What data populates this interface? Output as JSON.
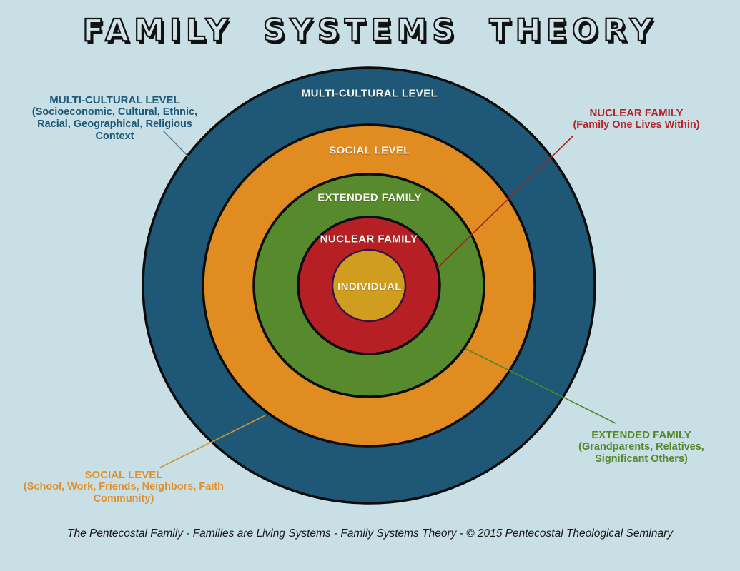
{
  "title": "FAMILY SYSTEMS THEORY",
  "diagram": {
    "rings": [
      {
        "id": "multicultural",
        "label": "MULTI-CULTURAL LEVEL",
        "color": "#1f5876"
      },
      {
        "id": "social",
        "label": "SOCIAL LEVEL",
        "color": "#e08c20"
      },
      {
        "id": "extended",
        "label": "EXTENDED FAMILY",
        "color": "#578a2c"
      },
      {
        "id": "nuclear",
        "label": "NUCLEAR FAMILY",
        "color": "#b62025"
      },
      {
        "id": "individual",
        "label": "INDIVIDUAL",
        "color": "#d09d1e"
      }
    ],
    "individual_border_color": "#3a1145",
    "outline_color": "#0c0c0c"
  },
  "callouts": {
    "multicultural": {
      "title": "MULTI-CULTURAL LEVEL",
      "line1": "(Socioeconomic, Cultural, Ethnic,",
      "line2": "Racial, Geographical, Religious",
      "line3": "Context",
      "color": "#1d5878"
    },
    "nuclear": {
      "title": "NUCLEAR FAMILY",
      "line1": "(Family One Lives Within)",
      "color": "#b3262b"
    },
    "extended": {
      "title": "EXTENDED FAMILY",
      "line1": "(Grandparents, Relatives,",
      "line2": "Significant Others)",
      "color": "#55882c"
    },
    "social": {
      "title": "SOCIAL LEVEL",
      "line1": "(School, Work, Friends, Neighbors, Faith",
      "line2": "Community)",
      "color": "#e0902e"
    }
  },
  "footer": "The Pentecostal Family - Families are Living Systems - Family Systems Theory - © 2015 Pentecostal Theological Seminary"
}
